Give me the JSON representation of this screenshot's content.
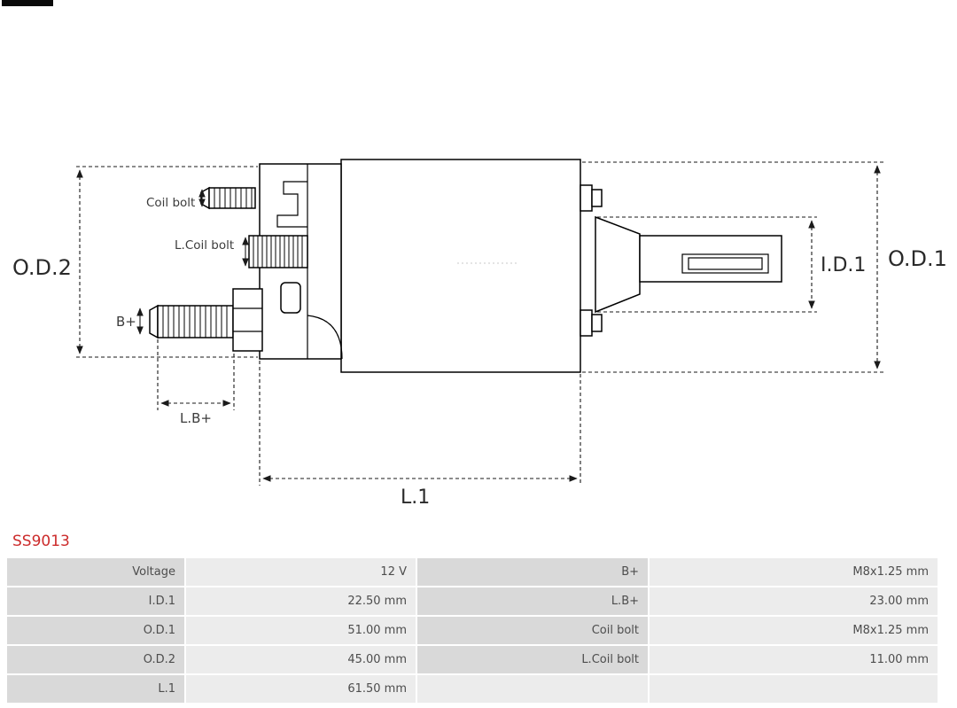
{
  "part_number": "SS9013",
  "diagram": {
    "labels": {
      "od2": "O.D.2",
      "od1": "O.D.1",
      "id1": "I.D.1",
      "l1": "L.1",
      "lb_plus": "L.B+",
      "b_plus": "B+",
      "coil_bolt": "Coil bolt",
      "l_coil_bolt": "L.Coil bolt"
    }
  },
  "table": {
    "rows": [
      {
        "label1": "Voltage",
        "value1": "12 V",
        "label2": "B+",
        "value2": "M8x1.25 mm"
      },
      {
        "label1": "I.D.1",
        "value1": "22.50 mm",
        "label2": "L.B+",
        "value2": "23.00 mm"
      },
      {
        "label1": "O.D.1",
        "value1": "51.00 mm",
        "label2": "Coil bolt",
        "value2": "M8x1.25 mm"
      },
      {
        "label1": "O.D.2",
        "value1": "45.00 mm",
        "label2": "L.Coil bolt",
        "value2": "11.00 mm"
      },
      {
        "label1": "L.1",
        "value1": "61.50 mm",
        "label2": "",
        "value2": ""
      }
    ]
  },
  "colors": {
    "part_number_red": "#cc2b2b",
    "table_label_bg": "#d9d9d9",
    "table_value_bg": "#ececec",
    "table_text": "#4d4d4d"
  }
}
